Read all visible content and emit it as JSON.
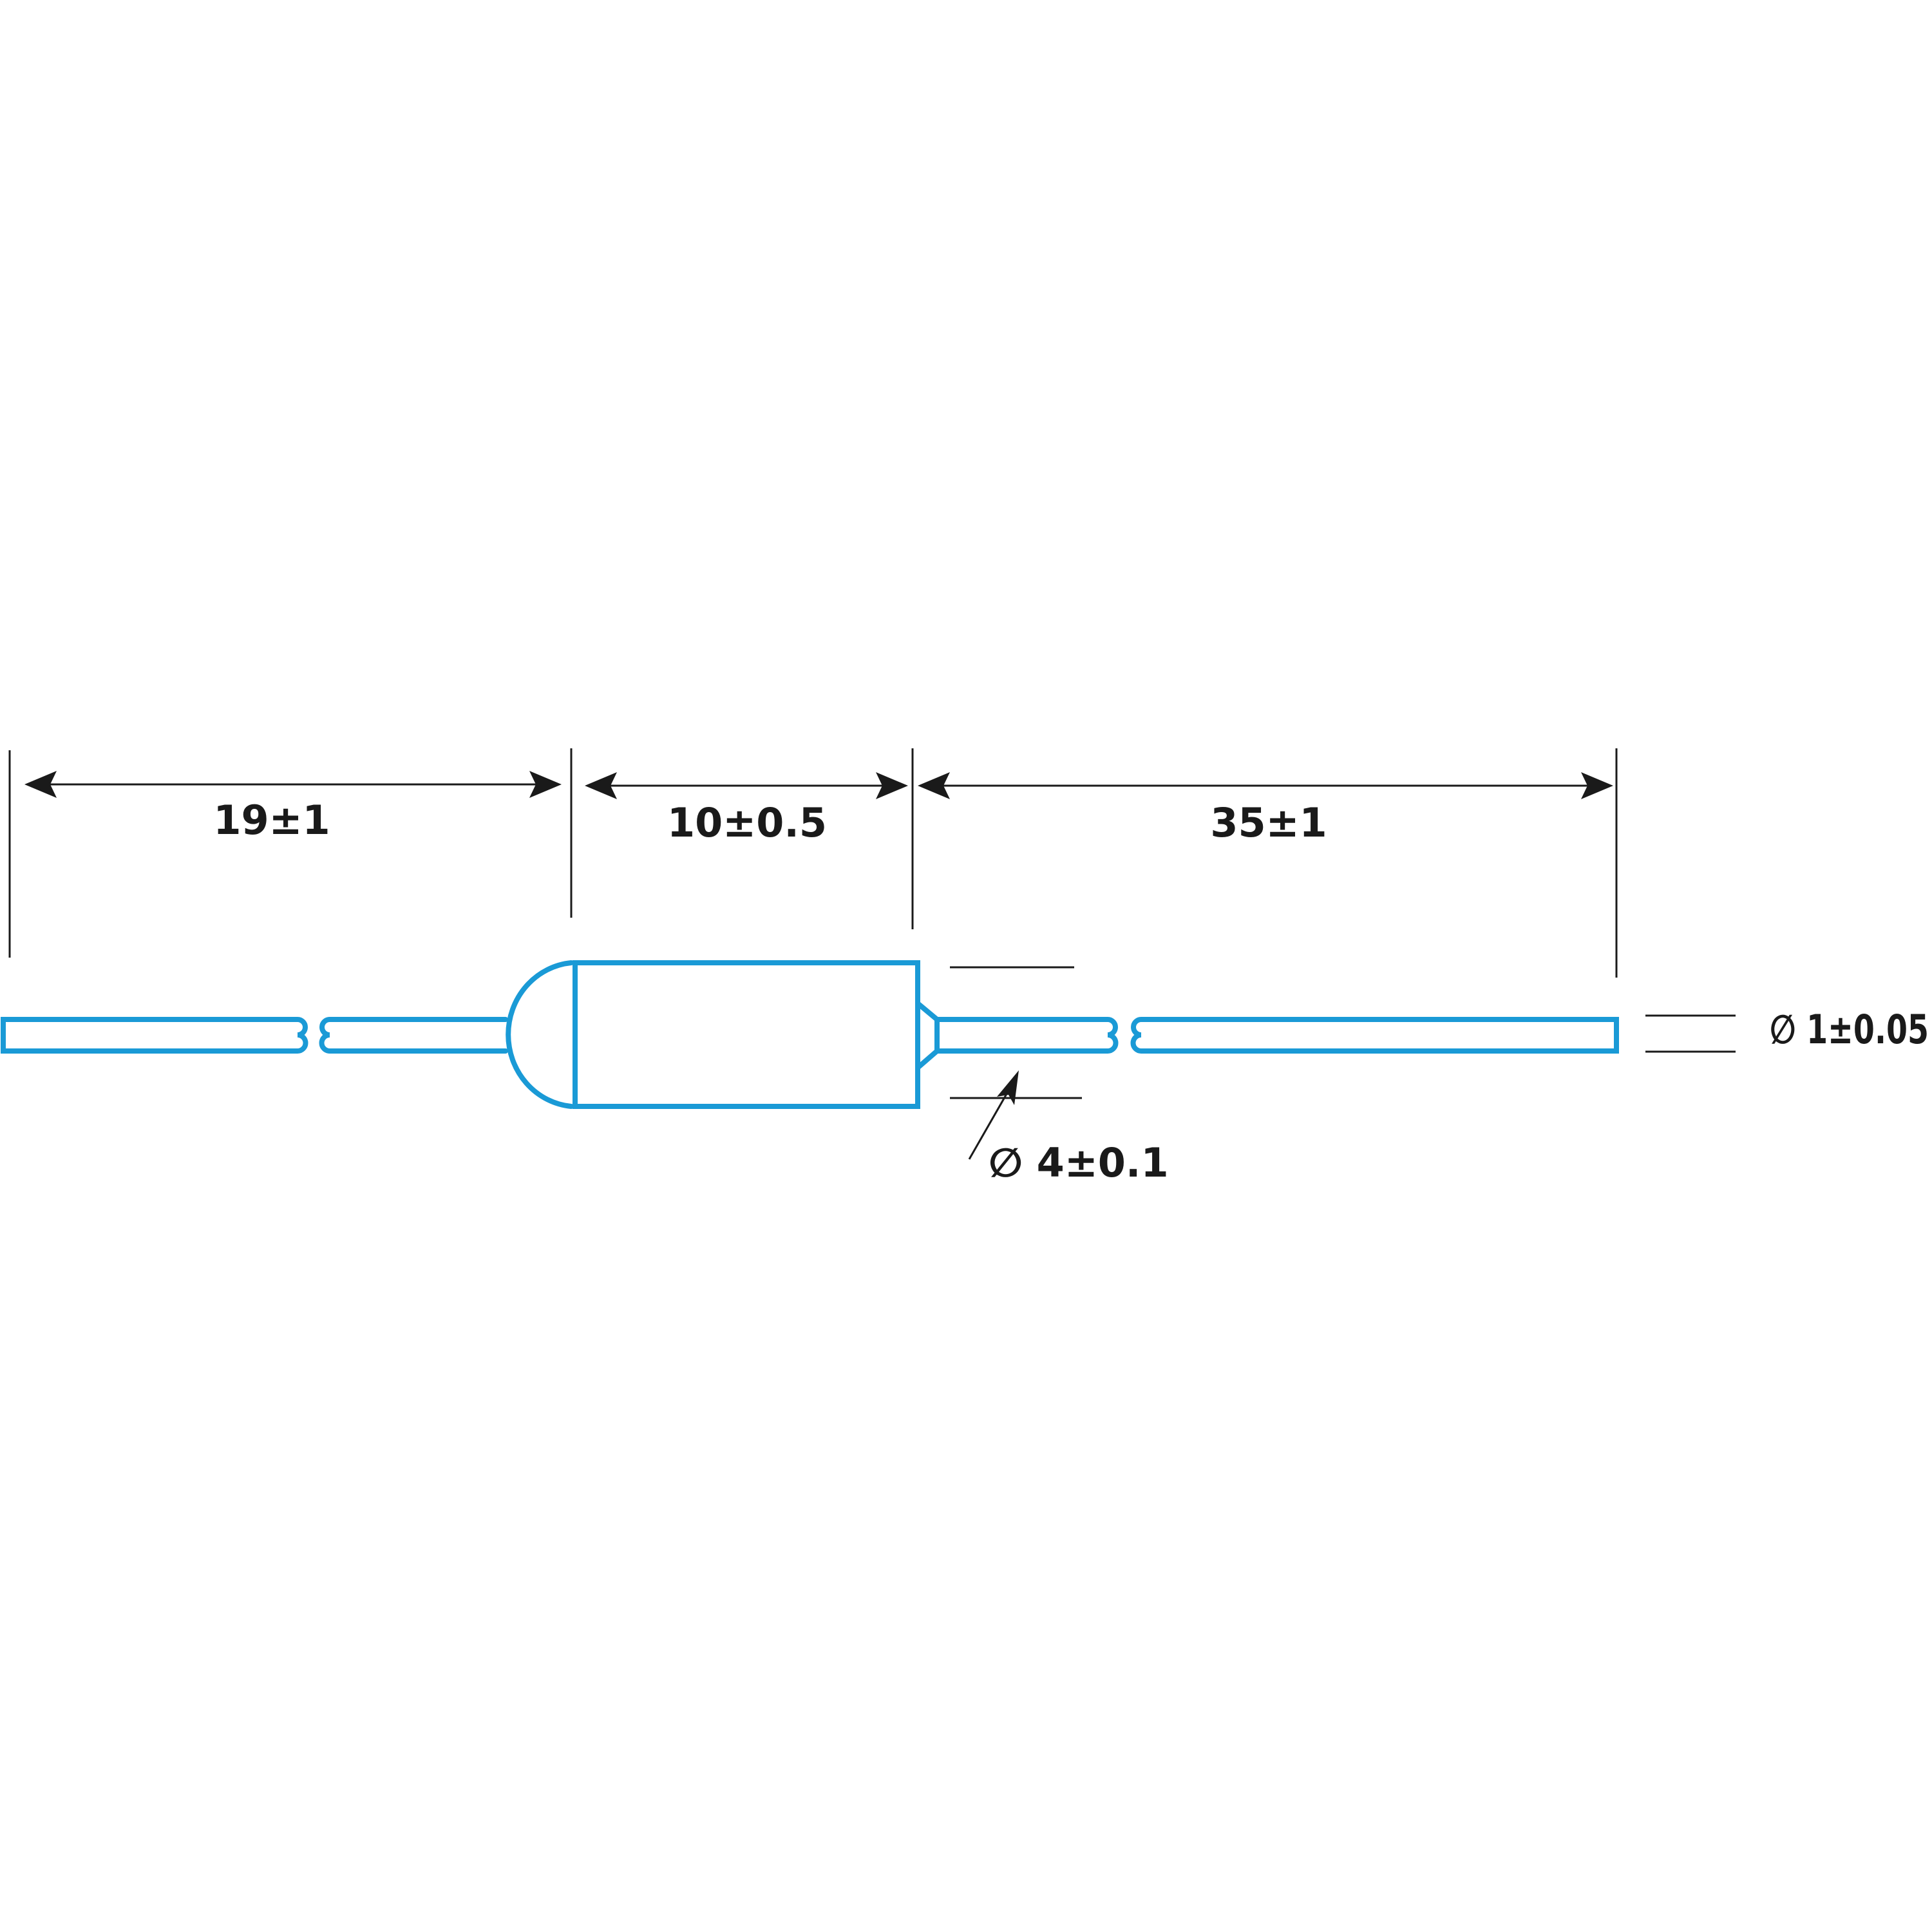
{
  "colors": {
    "part_outline": "#1a9ad6",
    "dimension": "#1a1a1a",
    "background": "#ffffff"
  },
  "dimensions": {
    "lead_left_length": "19±1",
    "body_length": "10±0.5",
    "lead_right_length": "35±1",
    "body_diameter": "∅ 4±0.1",
    "lead_diameter": "∅ 1±0.05"
  }
}
